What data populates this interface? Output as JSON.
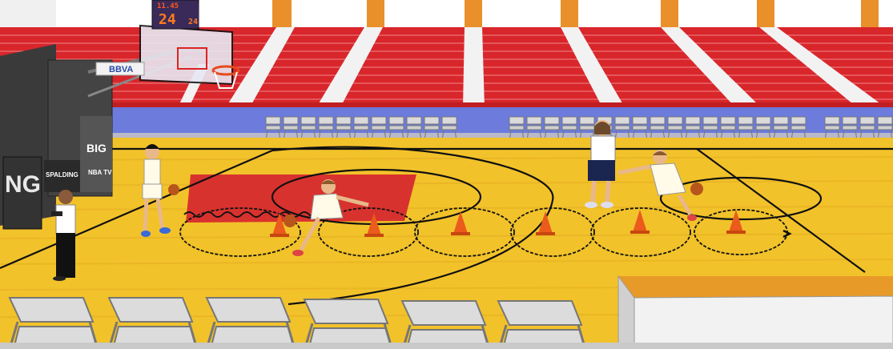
{
  "scene": {
    "description_free": true,
    "palette": {
      "seat_red": "#d8262b",
      "step_white": "#f2f2f2",
      "floor_yellow": "#f2c22a",
      "floor_orange": "#e9a42b",
      "paint_red": "#d8322e",
      "blue_band": "#6c7bdc",
      "cone_orange": "#ea5b1c",
      "line_black": "#111111"
    }
  },
  "scoreboard": {
    "clock": "11.45",
    "shot": "24",
    "shot_right": "24"
  },
  "stanchion": {
    "bbva": "BBVA",
    "big": "BIG",
    "spalding": "SPALDING",
    "nba_tv": "NBA TV",
    "ng": "NG"
  },
  "drill": {
    "cone_count": 6
  }
}
